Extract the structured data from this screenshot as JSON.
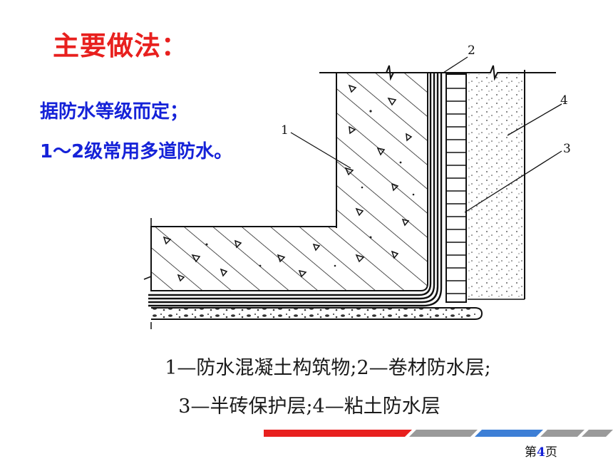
{
  "title": "主要做法：",
  "bullets": [
    "据防水等级而定；",
    "1～2级常用多道防水。"
  ],
  "figure": {
    "callouts": [
      "1",
      "2",
      "3",
      "4"
    ]
  },
  "caption": {
    "line1": "1—防水混凝土构筑物;2—卷材防水层;",
    "line2": "3—半砖保护层;4—粘土防水层"
  },
  "footer": {
    "page_prefix": "第",
    "page_number": "4",
    "page_suffix": "页"
  },
  "colors": {
    "title": "#e8201e",
    "bullet": "#1522d8",
    "bar_red": "#e8201e",
    "bar_gray": "#9a9a9a",
    "bar_blue": "#3d7fd6"
  }
}
